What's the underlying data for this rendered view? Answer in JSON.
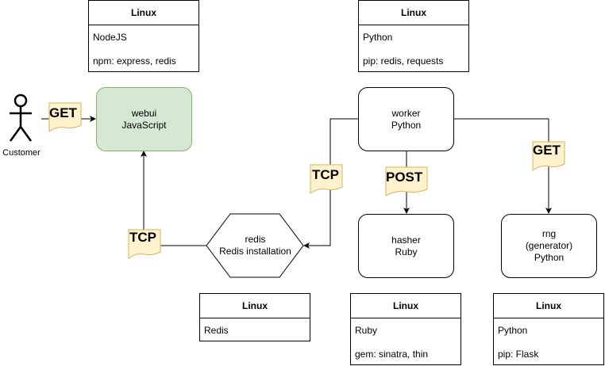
{
  "actor": {
    "label": "Customer"
  },
  "nodes": {
    "webui": {
      "line1": "webui",
      "line2": "JavaScript"
    },
    "worker": {
      "line1": "worker",
      "line2": "Python"
    },
    "redis": {
      "line1": "redis",
      "line2": "Redis installation"
    },
    "hasher": {
      "line1": "hasher",
      "line2": "Ruby"
    },
    "rng": {
      "line1": "rng",
      "line2": "(generator)",
      "line3": "Python"
    }
  },
  "info_boxes": {
    "webui": {
      "title": "Linux",
      "rows": [
        "NodeJS",
        "npm: express, redis"
      ]
    },
    "worker": {
      "title": "Linux",
      "rows": [
        "Python",
        "pip: redis, requests"
      ]
    },
    "redis": {
      "title": "Linux",
      "rows": [
        "Redis"
      ]
    },
    "hasher": {
      "title": "Linux",
      "rows": [
        "Ruby",
        "gem: sinatra, thin"
      ]
    },
    "rng": {
      "title": "Linux",
      "rows": [
        "Python",
        "pip: Flask"
      ]
    }
  },
  "edge_tags": {
    "customer_webui": "GET",
    "redis_webui": "TCP",
    "worker_redis": "TCP",
    "worker_hasher": "POST",
    "worker_rng": "GET"
  },
  "colors": {
    "webui_fill": "#d5e8d4",
    "webui_stroke": "#82b366",
    "tag_fill": "#fff2cc",
    "tag_stroke": "#d6b656"
  }
}
